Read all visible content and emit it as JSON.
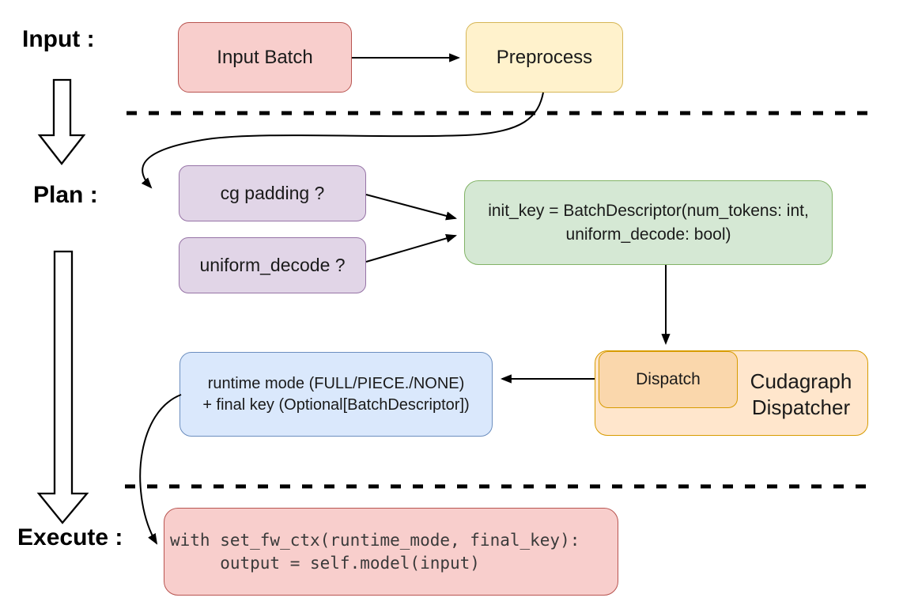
{
  "stage_labels": {
    "input": "Input :",
    "plan": "Plan :",
    "execute": "Execute :"
  },
  "nodes": {
    "input_batch": {
      "label": "Input Batch"
    },
    "preprocess": {
      "label": "Preprocess"
    },
    "cg_padding": {
      "label": "cg padding ?"
    },
    "uniform_decode": {
      "label": "uniform_decode ?"
    },
    "init_key": {
      "line1": "init_key = BatchDescriptor(num_tokens: int,",
      "line2": "uniform_decode: bool)"
    },
    "dispatch": {
      "label": "Dispatch"
    },
    "cudagraph_dispatcher": {
      "line1": "Cudagraph",
      "line2": "Dispatcher"
    },
    "runtime_mode": {
      "line1": "runtime mode (FULL/PIECE./NONE)",
      "line2": "+ final key (Optional[BatchDescriptor])"
    },
    "execute_code": {
      "line1": "with set_fw_ctx(runtime_mode, final_key):",
      "line2": "     output = self.model(input)"
    }
  },
  "colors": {
    "red_fill": "#f8cecc",
    "red_stroke": "#b85450",
    "yellow_fill": "#fff2cc",
    "yellow_stroke": "#d6b656",
    "purple_fill": "#e1d5e7",
    "purple_stroke": "#9673a6",
    "green_fill": "#d5e8d4",
    "green_stroke": "#82b366",
    "orange_fill": "#ffe6cc",
    "orange_inner_fill": "#fad7ac",
    "orange_stroke": "#d79b00",
    "blue_fill": "#dae8fc",
    "blue_stroke": "#6c8ebf",
    "line_color": "#000000"
  }
}
